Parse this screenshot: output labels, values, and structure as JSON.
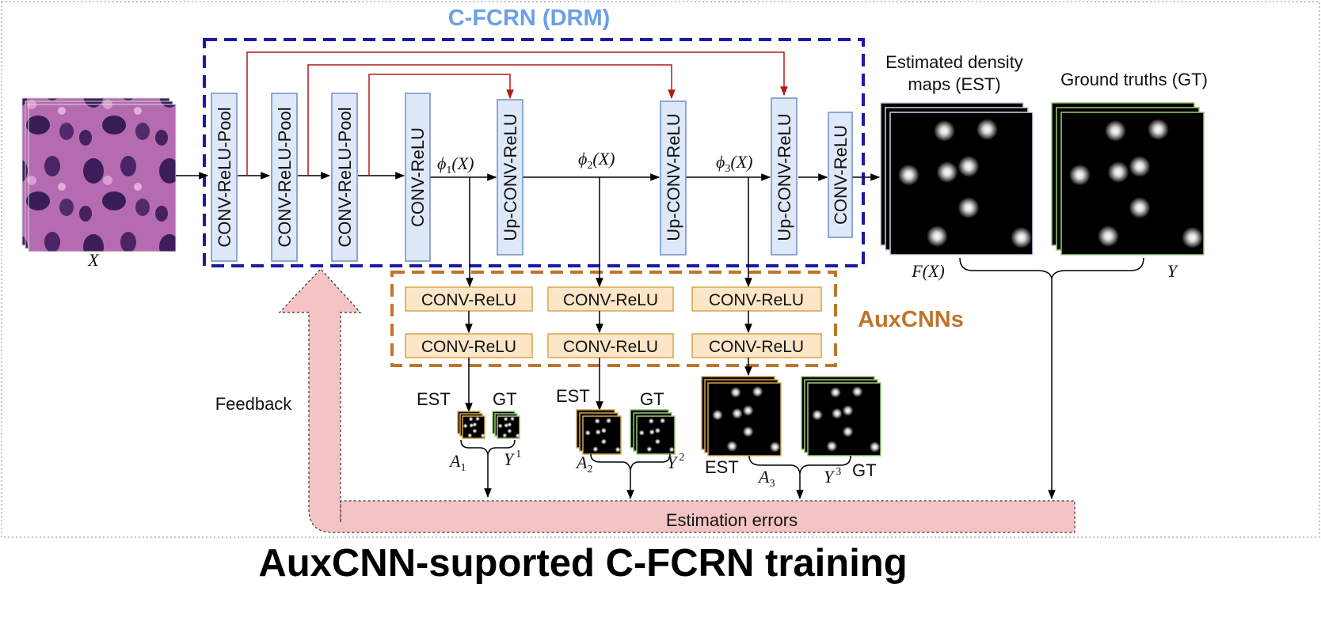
{
  "drm": {
    "title": "C-FCRN (DRM)",
    "blocks": [
      "CONV-ReLU-Pool",
      "CONV-ReLU-Pool",
      "CONV-ReLU-Pool",
      "CONV-ReLU",
      "Up-CONV-ReLU",
      "Up-CONV-ReLU",
      "Up-CONV-ReLU",
      "CONV-ReLU"
    ],
    "features": [
      {
        "sym": "ϕ",
        "sub": "1",
        "arg": "(X)"
      },
      {
        "sym": "ϕ",
        "sub": "2",
        "arg": "(X)"
      },
      {
        "sym": "ϕ",
        "sub": "3",
        "arg": "(X)"
      }
    ]
  },
  "input": {
    "label": "X"
  },
  "outputs": {
    "est_title_line1": "Estimated density",
    "est_title_line2": "maps (EST)",
    "gt_title": "Ground truths (GT)",
    "est_label": "F(X)",
    "gt_label": "Y"
  },
  "aux": {
    "title": "AuxCNNs",
    "block_label": "CONV-ReLU",
    "est": "EST",
    "gt": "GT",
    "pairs": [
      {
        "a": "A",
        "a_sub": "1",
        "y": "Y",
        "y_sup": "1"
      },
      {
        "a": "A",
        "a_sub": "2",
        "y": "Y",
        "y_sup": "2"
      },
      {
        "a": "A",
        "a_sub": "3",
        "y": "Y",
        "y_sup": "3"
      }
    ]
  },
  "feedback": {
    "label": "Feedback"
  },
  "errors": {
    "label": "Estimation errors"
  },
  "caption": "AuxCNN-suported C-FCRN training",
  "colors": {
    "drm_border": "#1a1aa6",
    "drm_title": "#6aa0e6",
    "aux_border": "#c0742a",
    "aux_title": "#c0742a",
    "feedback": "#f4c4c4",
    "skip": "#b11a1a"
  }
}
